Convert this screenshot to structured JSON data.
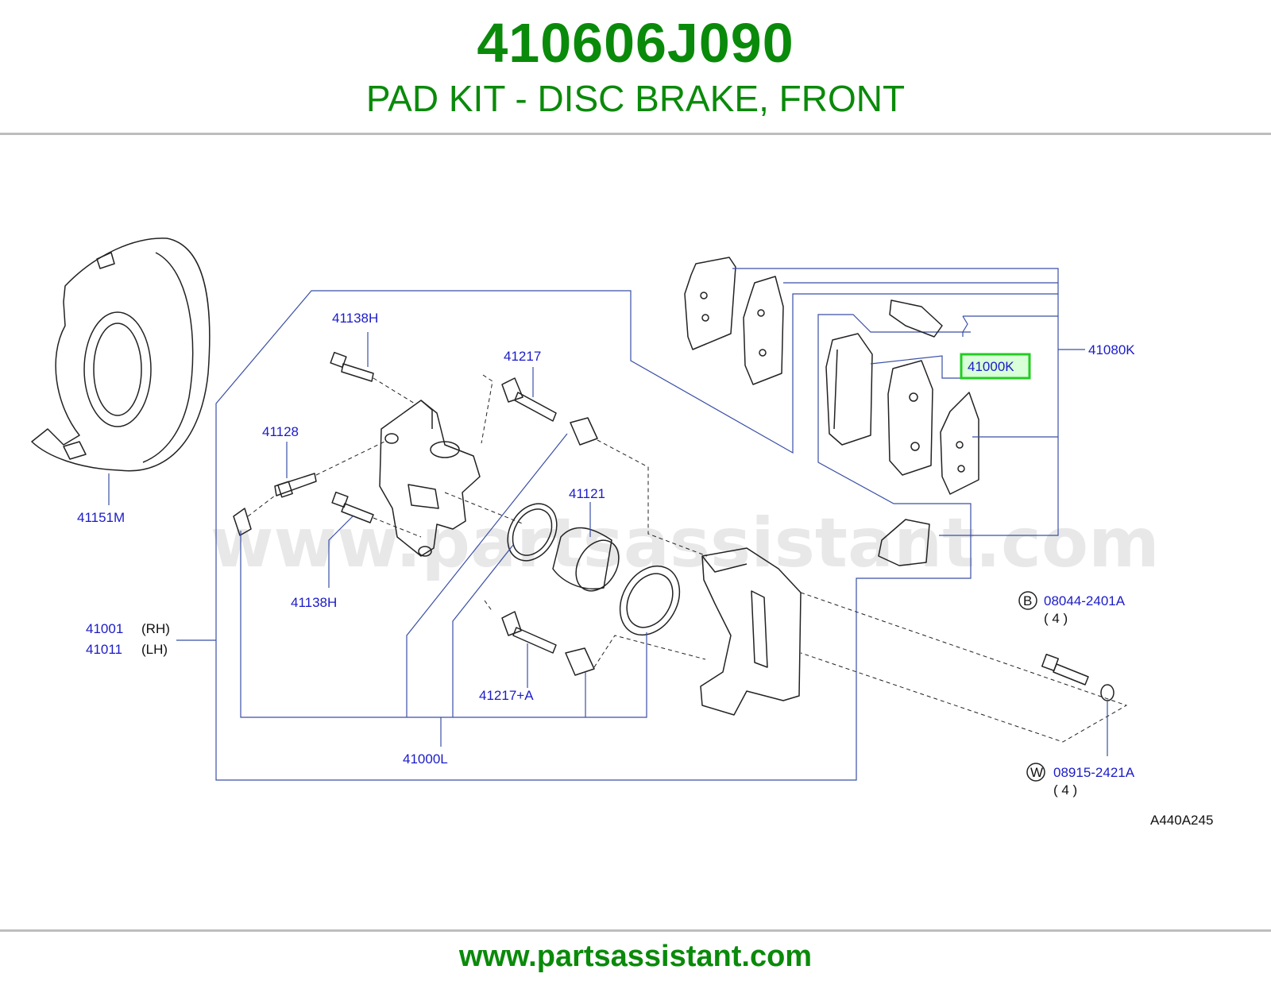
{
  "header": {
    "part_number": "410606J090",
    "title": "PAD KIT - DISC BRAKE, FRONT"
  },
  "diagram": {
    "labels": {
      "p41151M": "41151M",
      "p41138H_top": "41138H",
      "p41217": "41217",
      "p41128": "41128",
      "p41121": "41121",
      "p41138H_bottom": "41138H",
      "p41001": "41001",
      "p41001_side": "(RH)",
      "p41011": "41011",
      "p41011_side": "(LH)",
      "p41217A": "41217+A",
      "p41000L": "41000L",
      "p41080K": "41080K",
      "p41000K": "41000K",
      "bolt_symbol": "B",
      "bolt_part": "08044-2401A",
      "bolt_qty": "( 4 )",
      "washer_symbol": "W",
      "washer_part": "08915-2421A",
      "washer_qty": "( 4 )",
      "diagram_code": "A440A245"
    },
    "highlight_color": "#22cc22",
    "watermark": "www.partsassistant.com"
  },
  "footer": {
    "url": "www.partsassistant.com"
  }
}
